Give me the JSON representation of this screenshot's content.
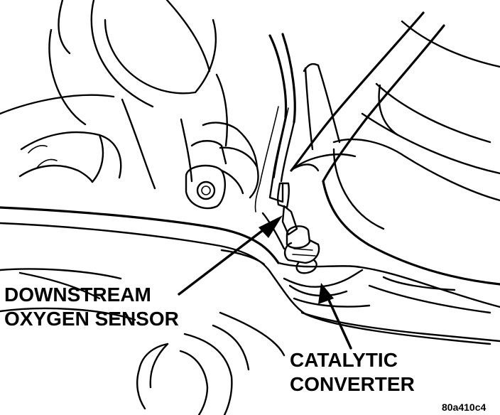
{
  "labels": {
    "downstream_line1": "DOWNSTREAM",
    "downstream_line2": "OXYGEN SENSOR",
    "catalytic_line1": "CATALYTIC",
    "catalytic_line2": "CONVERTER",
    "figure_id": "80a410c4"
  },
  "colors": {
    "ink": "#000000",
    "paper": "#ffffff"
  }
}
